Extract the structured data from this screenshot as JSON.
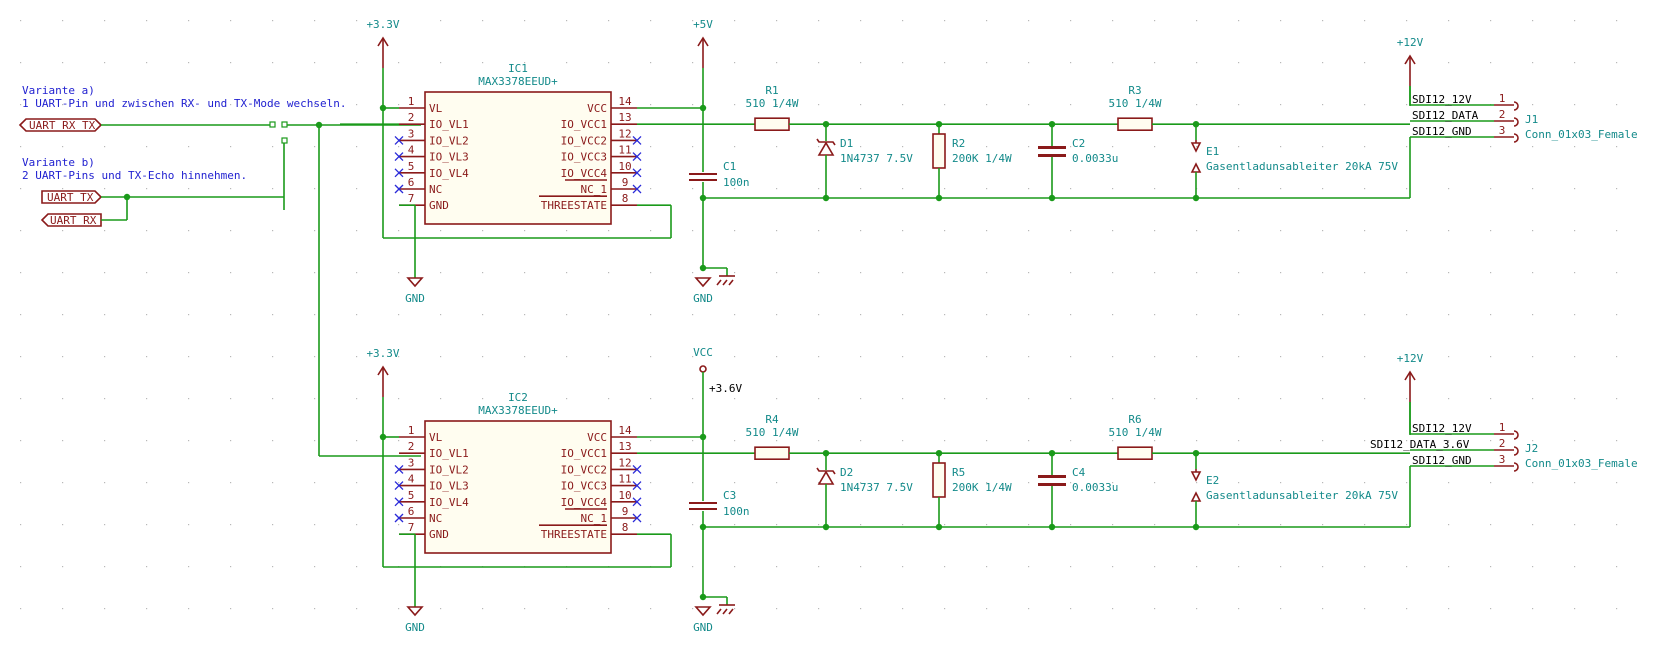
{
  "notes": {
    "variant_a_title": "Variante a)",
    "variant_a_text": "1 UART-Pin und zwischen RX- und TX-Mode wechseln.",
    "variant_b_title": "Variante b)",
    "variant_b_text": "2 UART-Pins und TX-Echo hinnehmen."
  },
  "labels": {
    "uart_rx_tx": "UART_RX_TX",
    "uart_tx": "UART_TX",
    "uart_rx": "UART_RX"
  },
  "power": {
    "p33": "+3.3V",
    "p5": "+5V",
    "p12": "+12V",
    "vcc": "VCC",
    "p36": "+3.6V",
    "gnd": "GND"
  },
  "ic": {
    "part": "MAX3378EEUD+",
    "ref1": "IC1",
    "ref2": "IC2",
    "left_pins": [
      {
        "num": "1",
        "name": "VL"
      },
      {
        "num": "2",
        "name": "IO_VL1"
      },
      {
        "num": "3",
        "name": "IO_VL2"
      },
      {
        "num": "4",
        "name": "IO_VL3"
      },
      {
        "num": "5",
        "name": "IO_VL4"
      },
      {
        "num": "6",
        "name": "NC"
      },
      {
        "num": "7",
        "name": "GND"
      }
    ],
    "right_pins": [
      {
        "num": "14",
        "name": "VCC"
      },
      {
        "num": "13",
        "name": "IO_VCC1"
      },
      {
        "num": "12",
        "name": "IO_VCC2"
      },
      {
        "num": "11",
        "name": "IO_VCC3"
      },
      {
        "num": "10",
        "name": "IO_VCC4"
      },
      {
        "num": "9",
        "name": "NC_1"
      },
      {
        "num": "8",
        "name": "THREESTATE"
      }
    ]
  },
  "stage1": {
    "r1_ref": "R1",
    "r1_val": "510 1/4W",
    "d1_ref": "D1",
    "d1_val": "1N4737 7.5V",
    "r2_ref": "R2",
    "r2_val": "200K 1/4W",
    "c2_ref": "C2",
    "c2_val": "0.0033u",
    "r3_ref": "R3",
    "r3_val": "510 1/4W",
    "e1_ref": "E1",
    "e1_val": "Gasentladunsableiter 20kA 75V",
    "c1_ref": "C1",
    "c1_val": "100n",
    "j_ref": "J1",
    "j_val": "Conn_01x03_Female",
    "net1": "SDI12_12V",
    "net2": "SDI12_DATA",
    "net3": "SDI12_GND"
  },
  "stage2": {
    "r1_ref": "R4",
    "r1_val": "510 1/4W",
    "d1_ref": "D2",
    "d1_val": "1N4737 7.5V",
    "r2_ref": "R5",
    "r2_val": "200K 1/4W",
    "c2_ref": "C4",
    "c2_val": "0.0033u",
    "r3_ref": "R6",
    "r3_val": "510 1/4W",
    "e1_ref": "E2",
    "e1_val": "Gasentladunsableiter 20kA 75V",
    "c1_ref": "C3",
    "c1_val": "100n",
    "j_ref": "J2",
    "j_val": "Conn_01x03_Female",
    "net1": "SDI12_12V",
    "net2": "SDI12_DATA_3.6V",
    "net3": "SDI12_GND"
  },
  "conn_pins": [
    "1",
    "2",
    "3"
  ],
  "colors": {
    "wire": "#1a9a1a",
    "component": "#8a1a1a",
    "power": "#138a8a",
    "note": "#1f1fd0",
    "noconnect": "#2b2bd8"
  }
}
